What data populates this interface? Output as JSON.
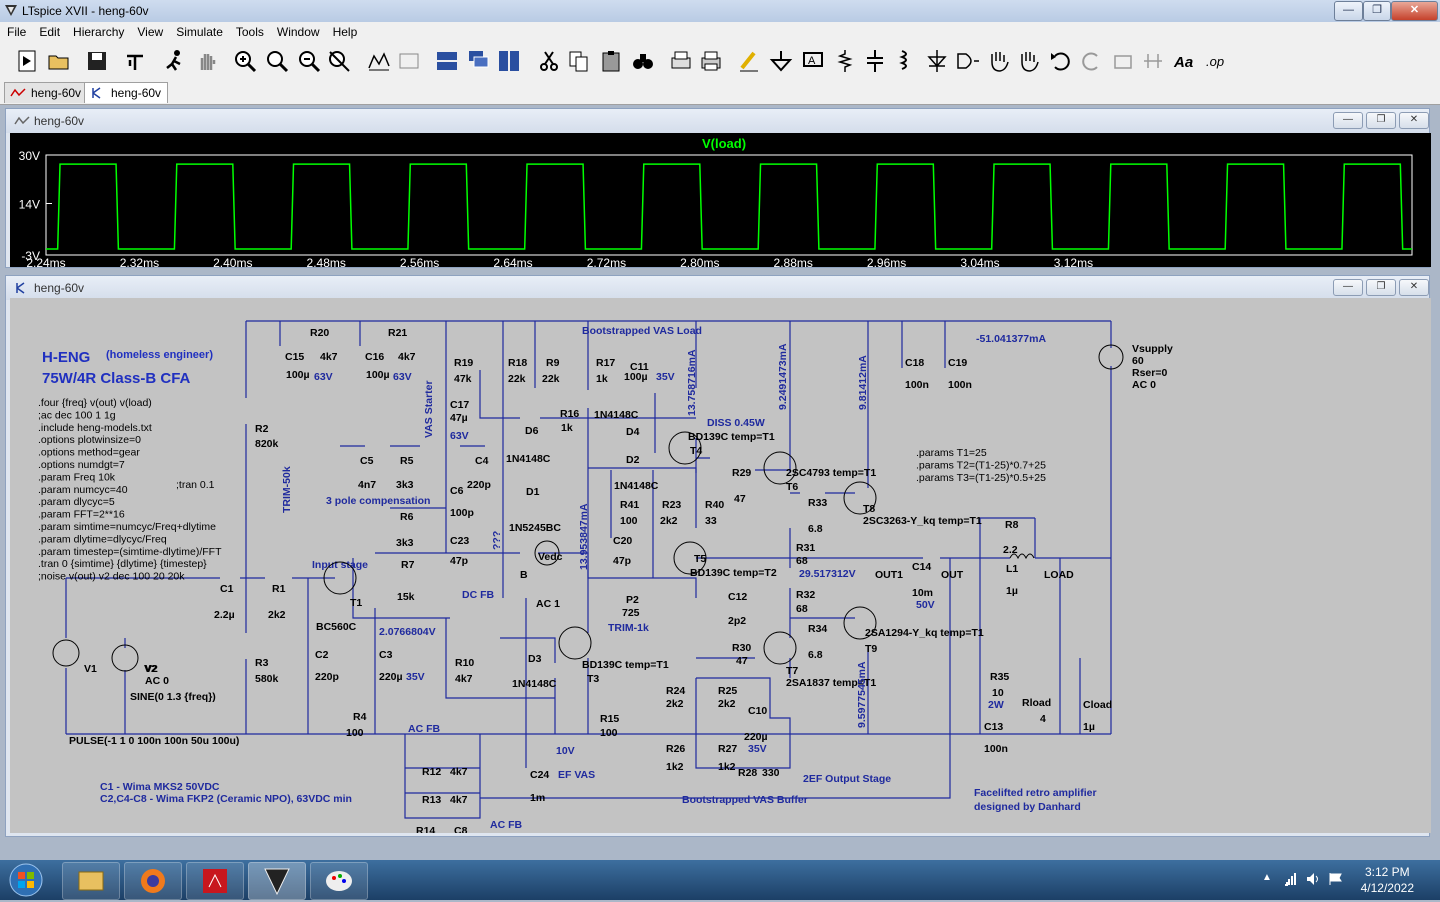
{
  "window": {
    "title": "LTspice XVII - heng-60v"
  },
  "menu": [
    "File",
    "Edit",
    "Hierarchy",
    "View",
    "Simulate",
    "Tools",
    "Window",
    "Help"
  ],
  "tabs": [
    {
      "label": "heng-60v",
      "active": false
    },
    {
      "label": "heng-60v",
      "active": true
    }
  ],
  "plot_window": {
    "title": "heng-60v",
    "trace_label": "V(load)",
    "trace_color": "#00ff00",
    "y_ticks": [
      "30V",
      "14V",
      "-3V"
    ],
    "x_ticks": [
      "2.24ms",
      "2.32ms",
      "2.40ms",
      "2.48ms",
      "2.56ms",
      "2.64ms",
      "2.72ms",
      "2.80ms",
      "2.88ms",
      "2.96ms",
      "3.04ms",
      "3.12ms"
    ]
  },
  "chart_data": {
    "type": "line",
    "title": "V(load)",
    "xlabel": "",
    "ylabel": "",
    "xlim": [
      2.24,
      3.41
    ],
    "ylim": [
      -3,
      30
    ],
    "x_units": "ms",
    "y_units": "V",
    "series": [
      {
        "name": "V(load)",
        "period_ms": 0.1,
        "high_V": 27,
        "low_V": -1,
        "first_rise_ms": 2.25,
        "duty": 0.5
      }
    ]
  },
  "schematic_window": {
    "title": "heng-60v"
  },
  "schematic": {
    "title1": "H-ENG",
    "title1b": "(homeless engineer)",
    "title2": "75W/4R Class-B  CFA",
    "directives": [
      ".four {freq} v(out) v(load)",
      ";ac dec 100 1 1g",
      ".include heng-models.txt",
      ".options plotwinsize=0",
      ".options method=gear",
      ".options numdgt=7",
      ".param Freq 10k",
      ".param numcyc=40",
      ".param dlycyc=5",
      ".param FFT=2**16",
      ".param simtime=numcyc/Freq+dlytime",
      ".param dlytime=dlycyc/Freq",
      ".param timestep=(simtime-dlytime)/FFT",
      ".tran 0 {simtime} {dlytime} {timestep}",
      ";noise v(out) v2 dec 100 20 20k"
    ],
    "tran_comment": ";tran 0.1",
    "params": [
      ".params T1=25",
      ".params T2=(T1-25)*0.7+25",
      ".params T3=(T1-25)*0.5+25"
    ],
    "notes": [
      "C1 - Wima MKS2 50VDC",
      "C2,C4-C8 - Wima FKP2 (Ceramic NPO), 63VDC min"
    ],
    "footer": [
      "Facelifted retro amplifier",
      "designed by Danhard"
    ],
    "section_labels": [
      "Bootstrapped VAS Load",
      "Input stage",
      "3 pole compensation",
      "DC FB",
      "AC FB",
      "AC FB",
      "EF VAS",
      "2EF Output Stage",
      "Bootstrapped VAS Buffer",
      "DISS 0.45W",
      "VAS Starter",
      "TRIM-50k",
      "???",
      "TRIM-1k"
    ],
    "op_values": [
      "-51.041377mA",
      "13.758716mA",
      "9.2491473mA",
      "9.81412mA",
      "13.953847mA",
      "29.517312V",
      "2.0766804V",
      "9.5977545mA"
    ],
    "components": [
      [
        "R20",
        "4k7"
      ],
      [
        "R21",
        "4k7"
      ],
      [
        "C15",
        "100µ"
      ],
      [
        "C16",
        "100µ"
      ],
      [
        "R19",
        "47k"
      ],
      [
        "R18",
        "22k"
      ],
      [
        "R9",
        "22k"
      ],
      [
        "R17",
        "1k"
      ],
      [
        "C11",
        "100µ"
      ],
      [
        "C18",
        "100n"
      ],
      [
        "C19",
        "100n"
      ],
      [
        "R2",
        "820k"
      ],
      [
        "C17",
        "47µ"
      ],
      [
        "R16",
        "1k"
      ],
      [
        "D6",
        "1N4148C"
      ],
      [
        "D4",
        ""
      ],
      [
        "D2",
        ""
      ],
      [
        "T4",
        "BD139C temp=T1"
      ],
      [
        "C5",
        "4n7"
      ],
      [
        "R5",
        "3k3"
      ],
      [
        "C4",
        "220p"
      ],
      [
        "C6",
        "100p"
      ],
      [
        "R6",
        "3k3"
      ],
      [
        "C23",
        "47p"
      ],
      [
        "D1",
        "1N5245BC"
      ],
      [
        "R41",
        "100"
      ],
      [
        "R23",
        "2k2"
      ],
      [
        "R40",
        "33"
      ],
      [
        "C20",
        "47p"
      ],
      [
        "R29",
        "47"
      ],
      [
        "T6",
        "2SC4793 temp=T1"
      ],
      [
        "R33",
        "6.8"
      ],
      [
        "T8",
        "2SC3263-Y_kq temp=T1"
      ],
      [
        "R31",
        "68"
      ],
      [
        "R32",
        "68"
      ],
      [
        "R34",
        "6.8"
      ],
      [
        "T9",
        "2SA1294-Y_kq temp=T1"
      ],
      [
        "T5",
        "BD139C temp=T2"
      ],
      [
        "C12",
        "2p2"
      ],
      [
        "P2",
        "725"
      ],
      [
        "Vedc",
        ""
      ],
      [
        "C14",
        "10m"
      ],
      [
        "R8",
        "2.2"
      ],
      [
        "L1",
        "1µ"
      ],
      [
        "C1",
        "2.2µ"
      ],
      [
        "R1",
        "2k2"
      ],
      [
        "T1",
        "BC560C"
      ],
      [
        "R7",
        "15k"
      ],
      [
        "C2",
        "220p"
      ],
      [
        "R3",
        "580k"
      ],
      [
        "C3",
        "220µ"
      ],
      [
        "R10",
        "4k7"
      ],
      [
        "R4",
        "100"
      ],
      [
        "D3",
        ""
      ],
      [
        "T3",
        "BD139C temp=T1"
      ],
      [
        "R15",
        "100"
      ],
      [
        "R30",
        "47"
      ],
      [
        "T7",
        "2SA1837 temp=T1"
      ],
      [
        "R24",
        "2k2"
      ],
      [
        "R25",
        "2k2"
      ],
      [
        "C10",
        "220µ"
      ],
      [
        "R26",
        "1k2"
      ],
      [
        "R27",
        "1k2"
      ],
      [
        "R28",
        "330"
      ],
      [
        "R35",
        "10"
      ],
      [
        "C13",
        "100n"
      ],
      [
        "Rload",
        "4"
      ],
      [
        "Cload",
        "1µ"
      ],
      [
        "R12",
        "4k7"
      ],
      [
        "R13",
        "4k7"
      ],
      [
        "R14",
        ""
      ],
      [
        "C8",
        ""
      ],
      [
        "C24",
        "1m"
      ],
      [
        "V1",
        ""
      ],
      [
        "V2",
        ""
      ]
    ],
    "misc_text": {
      "vsupply": [
        "Vsupply",
        "60",
        "Rser=0",
        "AC 0"
      ],
      "v2": [
        "V2",
        "AC 0",
        "SINE(0 1.3 {freq})"
      ],
      "pulse": "PULSE(-1 1 0 100n 100n 50u 100u)",
      "ac1": "AC 1",
      "b_node": "B",
      "out1": "OUT1",
      "out": "OUT",
      "load": "LOAD",
      "c14v": "50V",
      "r35w": "2W",
      "c15v": "63V",
      "c16v": "63V",
      "c11v": "35V",
      "c17v": "63V",
      "c3v": "35V",
      "c10v": "35V",
      "v10": "10V",
      "d3d": "1N4148C",
      "t4d": "1N4148C",
      "n4148b": "1N4148C"
    }
  },
  "taskbar": {
    "time": "3:12 PM",
    "date": "4/12/2022"
  }
}
